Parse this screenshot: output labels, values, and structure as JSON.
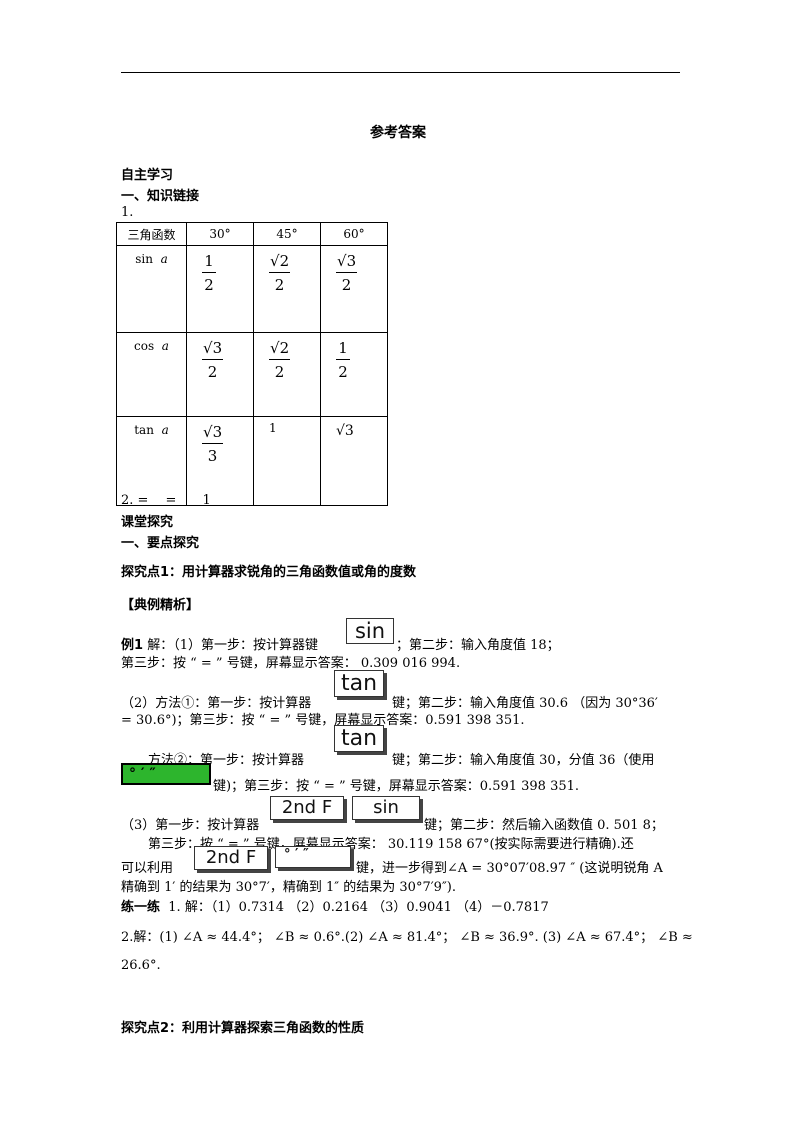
{
  "title": "参考答案",
  "section_self_study": "自主学习",
  "section_knowledge": "一、知识链接",
  "item1": "1.",
  "table": {
    "headers": [
      "三角函数",
      "30°",
      "45°",
      "60°"
    ],
    "rows": [
      {
        "label": "sin",
        "var": "a",
        "cells": [
          "1/2",
          "√2/2",
          "√3/2"
        ]
      },
      {
        "label": "cos",
        "var": "a",
        "cells": [
          "√3/2",
          "√2/2",
          "1/2"
        ]
      },
      {
        "label": "tan",
        "var": "a",
        "cells": [
          "√3/3",
          "1",
          "√3"
        ]
      }
    ]
  },
  "item2": "2. =　 =　　1",
  "section_class": "课堂探究",
  "section_points": "一、要点探究",
  "point1_title": "探究点1：用计算器求锐角的三角函数值或角的度数",
  "example_heading": "【典例精析】",
  "example_bold": "例1",
  "keys": {
    "sin": "sin",
    "tan": "tan",
    "second_f": "2nd F",
    "dms": "° ′ ″"
  },
  "lines": {
    "l1a": "解：（1）第一步：按计算器键",
    "l1b": "；第二步：输入角度值 18；",
    "l2": "第三步：按 “ = ” 号键，屏幕显示答案： 0.309  016  994.",
    "l3a": "（2）方法①：第一步：按计算器",
    "l3b": "键；第二步：输入角度值 30.6 （因为 30°36′",
    "l4": "= 30.6°)；第三步：按 “ = ” 号键，屏幕显示答案：0.591  398  351.",
    "l5a": "方法②：第一步：按计算器",
    "l5b": "键；第二步：输入角度值 30，分值 36（使用",
    "l6": "键)；第三步：按 “ = ” 号键，屏幕显示答案：0.591  398  351.",
    "l7a": "（3）第一步：按计算器",
    "l7b": "键；第二步：然后输入函数值 0. 501  8；",
    "l8": "第三步：按 “ = ” 号键，屏幕显示答案： 30.119  158  67°(按实际需要进行精确).还",
    "l9a": "可以利用",
    "l9b": "键，进一步得到∠A = 30°07′08.97 ″ (这说明锐角 A",
    "l10": "精确到 1′ 的结果为 30°7′，精确到 1″ 的结果为 30°7′9″).",
    "practice_bold": "练一练",
    "practice": "1. 解：（1）0.7314 （2）0.2164 （3）0.9041 （4）－0.7817",
    "p2": "2.解：(1) ∠A ≈ 44.4°； ∠B ≈ 0.6°.(2) ∠A ≈ 81.4°； ∠B ≈ 36.9°. (3) ∠A ≈ 67.4°； ∠B ≈",
    "p3": "26.6°."
  },
  "point2_title": "探究点2：利用计算器探索三角函数的性质"
}
